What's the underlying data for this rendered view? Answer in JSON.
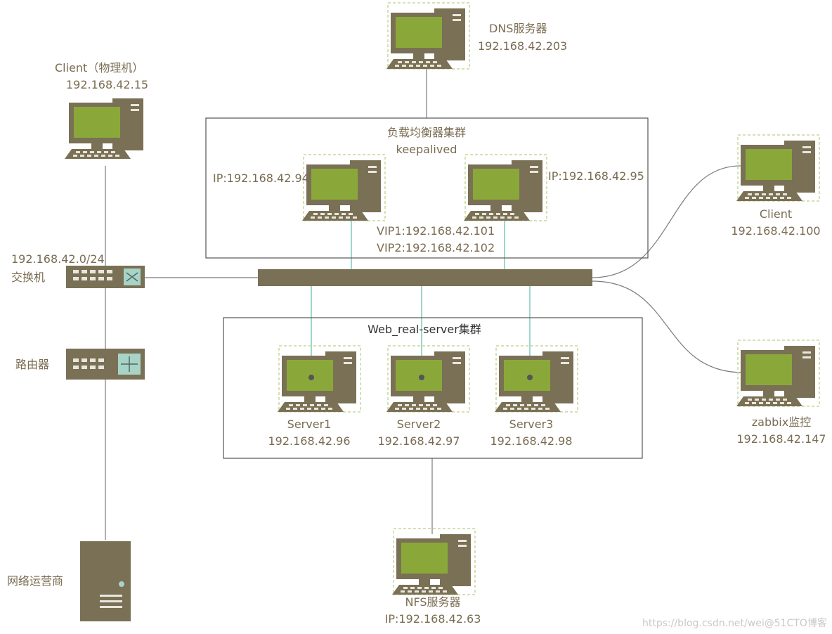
{
  "dns": {
    "name": "DNS服务器",
    "ip": "192.168.42.203"
  },
  "client_physical": {
    "name": "Client（物理机）",
    "ip": "192.168.42.15"
  },
  "lb_cluster": {
    "title": "负载均衡器集群",
    "subtitle": "keepalived",
    "left_ip": "IP:192.168.42.94",
    "right_ip": "IP:192.168.42.95",
    "vip1": "VIP1:192.168.42.101",
    "vip2": "VIP2:192.168.42.102"
  },
  "client_right": {
    "name": "Client",
    "ip": "192.168.42.100"
  },
  "switch": {
    "subnet": "192.168.42.0/24",
    "name": "交换机"
  },
  "router": {
    "name": "路由器"
  },
  "isp": {
    "name": "网络运营商"
  },
  "web_cluster": {
    "title": "Web_real-server集群",
    "servers": [
      {
        "name": "Server1",
        "ip": "192.168.42.96"
      },
      {
        "name": "Server2",
        "ip": "192.168.42.97"
      },
      {
        "name": "Server3",
        "ip": "192.168.42.98"
      }
    ]
  },
  "zabbix": {
    "name": "zabbix监控",
    "ip": "192.168.42.147"
  },
  "nfs": {
    "name": "NFS服务器",
    "ip": "IP:192.168.42.63"
  },
  "watermark": "https://blog.csdn.net/wei@51CTO博客",
  "colors": {
    "device": "#7a7055",
    "screen": "#8aa83a",
    "link": "#7fc8b8",
    "wire": "#7a7a7a"
  }
}
